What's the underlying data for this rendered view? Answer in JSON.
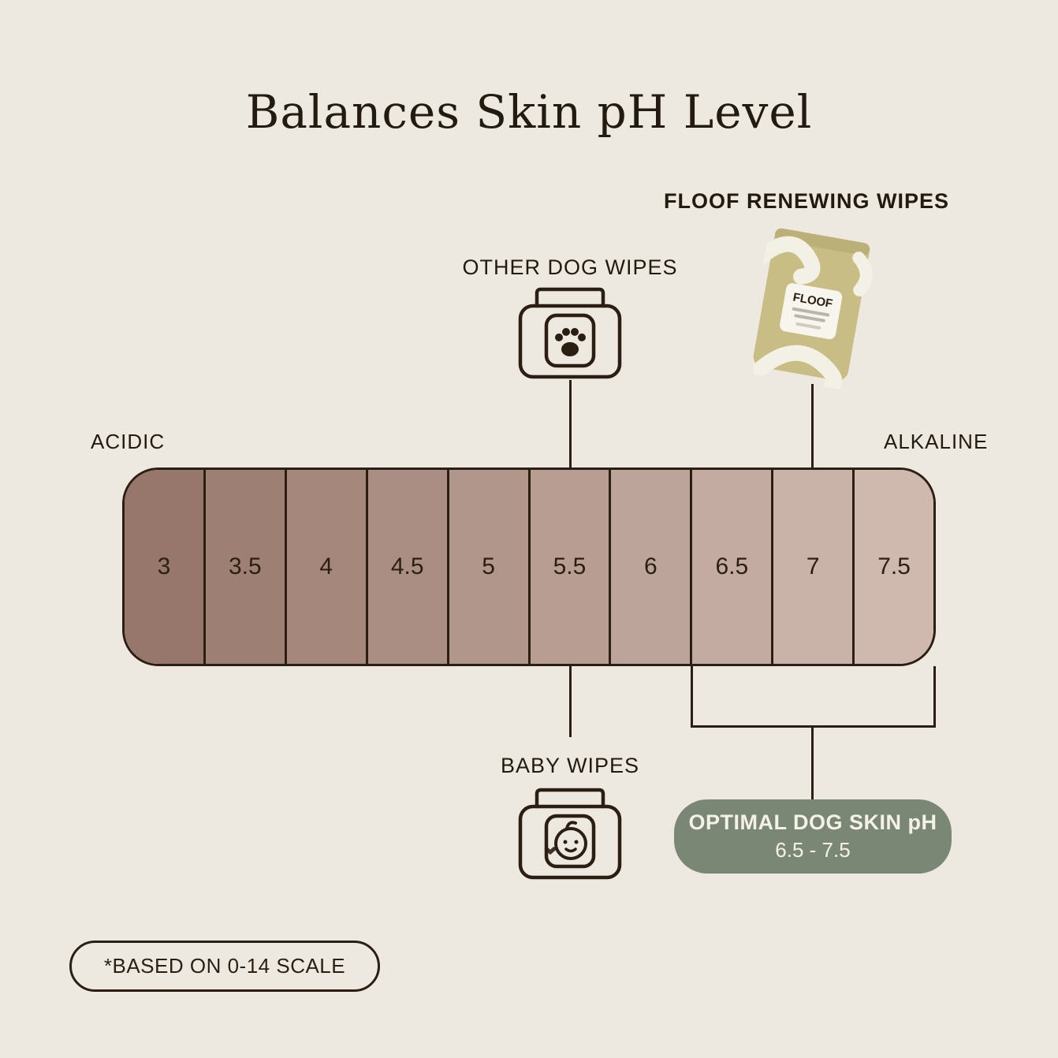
{
  "title": "Balances Skin pH Level",
  "annotations": {
    "floof_label": "FLOOF RENEWING WIPES",
    "floof_package_brand": "FLOOF",
    "floof_points_to": "7",
    "other_dog_wipes_label": "OTHER DOG WIPES",
    "other_dog_wipes_points_to": "5.5",
    "baby_wipes_label": "BABY WIPES",
    "baby_wipes_points_to": "5.5"
  },
  "scale": {
    "left_label": "ACIDIC",
    "right_label": "ALKALINE",
    "values": [
      "3",
      "3.5",
      "4",
      "4.5",
      "5",
      "5.5",
      "6",
      "6.5",
      "7",
      "7.5"
    ],
    "segment_colors": [
      "#97776B",
      "#9E7F73",
      "#A5877B",
      "#AB8E83",
      "#B1968B",
      "#B79D92",
      "#BDA49A",
      "#C3ABA1",
      "#C9B2A8",
      "#CFB9AF"
    ],
    "note": "*BASED ON 0-14 SCALE"
  },
  "optimal": {
    "title": "OPTIMAL DOG SKIN pH",
    "range": "6.5 - 7.5",
    "box_color": "#7B8775"
  },
  "colors": {
    "background": "#EDE9E0",
    "ink": "#2B1E12",
    "package_olive": "#C8BE85",
    "optimal_green": "#7B8775"
  }
}
